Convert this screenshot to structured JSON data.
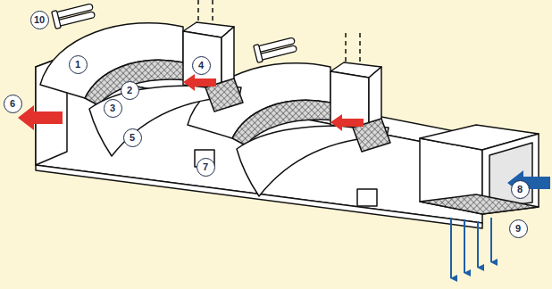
{
  "diagram": {
    "labels": [
      "10",
      "1",
      "4",
      "2",
      "3",
      "6",
      "5",
      "7",
      "8",
      "9"
    ]
  }
}
